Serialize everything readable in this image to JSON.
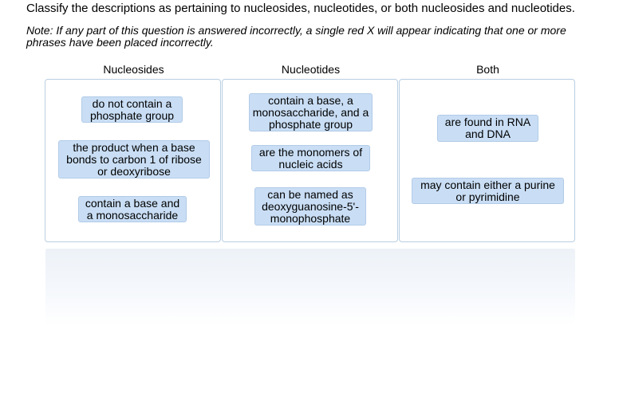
{
  "question": "Classify the descriptions as pertaining to nucleosides, nucleotides, or both nucleosides and nucleotides.",
  "note": "Note: If any part of this question is answered incorrectly, a single red X will appear indicating that one or more phrases have been placed incorrectly.",
  "columns": [
    {
      "header": "Nucleosides",
      "items": [
        "do not contain a phosphate group",
        "the product when a base bonds to carbon 1 of ribose or deoxyribose",
        "contain a base and a monosaccharide"
      ]
    },
    {
      "header": "Nucleotides",
      "items": [
        "contain a base, a monosaccharide, and a phosphate group",
        "are the monomers of nucleic acids",
        "can be named as deoxyguanosine-5'-monophosphate"
      ]
    },
    {
      "header": "Both",
      "items": [
        "are found in RNA and DNA",
        "may contain either a purine or pyrimidine"
      ]
    }
  ],
  "unplaced_items": [],
  "colors": {
    "chip_fill": "#c9def5",
    "chip_border": "#b2cbe7",
    "bin_border": "#b9cfe3"
  }
}
